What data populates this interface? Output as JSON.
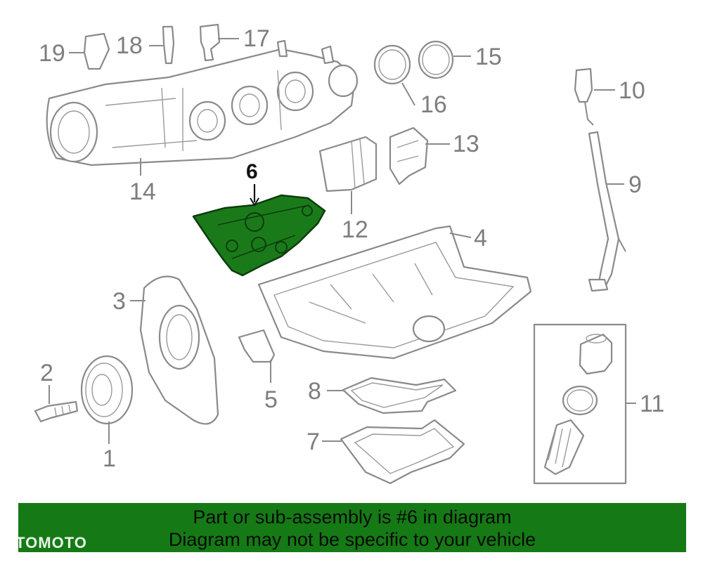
{
  "callouts": {
    "c1": "1",
    "c2": "2",
    "c3": "3",
    "c4": "4",
    "c5": "5",
    "c6": "6",
    "c7": "7",
    "c8": "8",
    "c9": "9",
    "c10": "10",
    "c11": "11",
    "c12": "12",
    "c13": "13",
    "c14": "14",
    "c15": "15",
    "c16": "16",
    "c17": "17",
    "c18": "18",
    "c19": "19"
  },
  "banner": {
    "line1": "Part or sub-assembly is #6 in diagram",
    "line2": "Diagram may not be specific to your vehicle"
  },
  "watermark": "OTOMOTO",
  "colors": {
    "highlight": "#1a7a1a",
    "banner": "#157a15",
    "linework": "#8a8a8a"
  }
}
